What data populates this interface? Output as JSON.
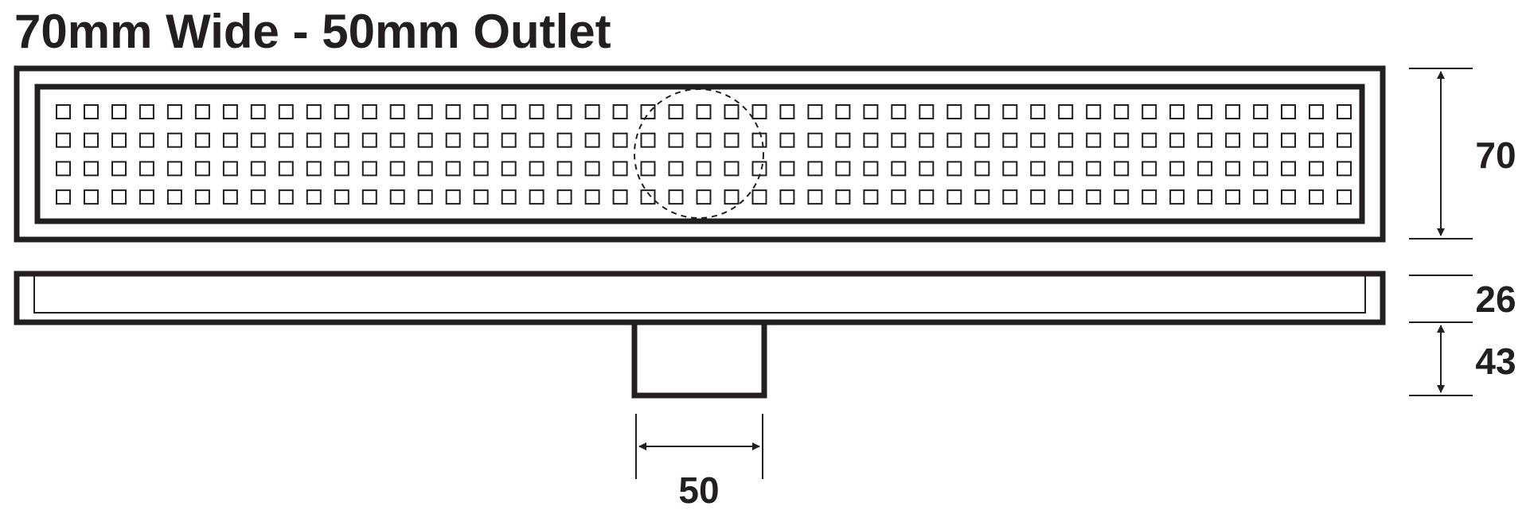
{
  "title": "70mm Wide - 50mm Outlet",
  "colors": {
    "ink": "#231f20",
    "background": "#ffffff"
  },
  "grate": {
    "rows": 4,
    "columns": 47
  },
  "dimensions": {
    "width": "70",
    "channel_depth": "26",
    "outlet_depth": "43",
    "outlet_width": "50"
  }
}
